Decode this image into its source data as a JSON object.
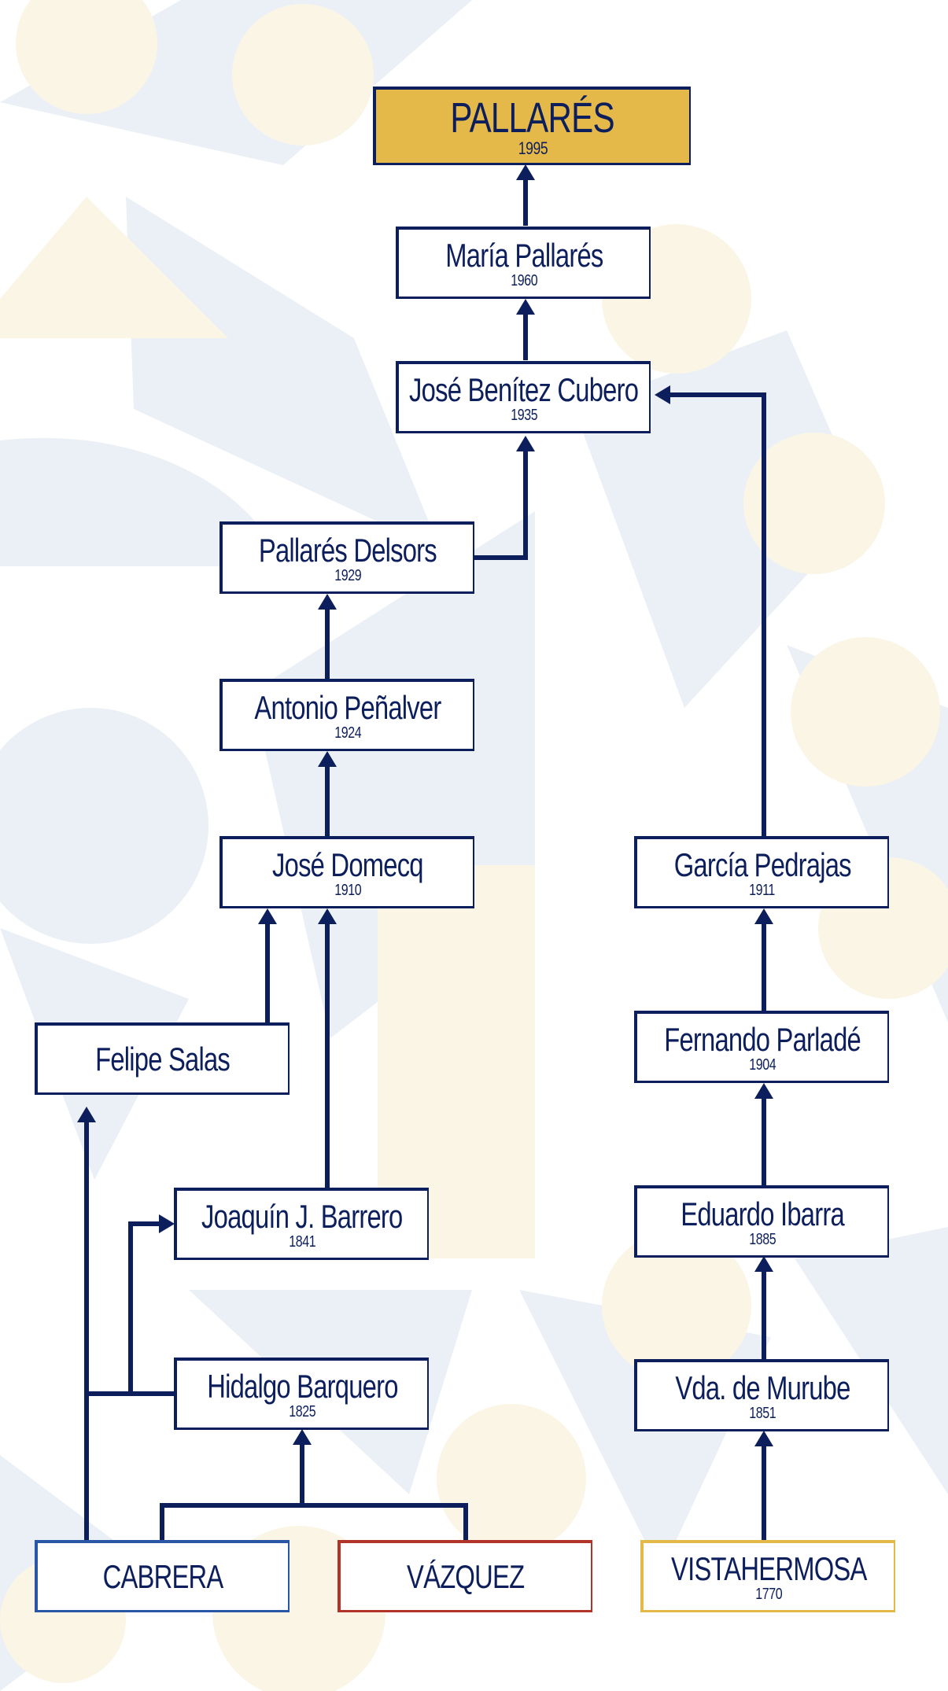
{
  "colors": {
    "navy": "#0c1f5c",
    "gold": "#e5b84a",
    "blue_border": "#2a56a6",
    "red_border": "#b2332a",
    "gold_border": "#e5b84a"
  },
  "nodes": {
    "pallares": {
      "name": "PALLARÉS",
      "year": "1995"
    },
    "maria_pallares": {
      "name": "María Pallarés",
      "year": "1960"
    },
    "jose_benitez_cubero": {
      "name": "José Benítez Cubero",
      "year": "1935"
    },
    "pallares_delsors": {
      "name": "Pallarés Delsors",
      "year": "1929"
    },
    "antonio_penalver": {
      "name": "Antonio Peñalver",
      "year": "1924"
    },
    "jose_domecq": {
      "name": "José Domecq",
      "year": "1910"
    },
    "felipe_salas": {
      "name": "Felipe Salas",
      "year": ""
    },
    "joaquin_barrero": {
      "name": "Joaquín J. Barrero",
      "year": "1841"
    },
    "hidalgo_barquero": {
      "name": "Hidalgo Barquero",
      "year": "1825"
    },
    "cabrera": {
      "name": "CABRERA",
      "year": ""
    },
    "vazquez": {
      "name": "VÁZQUEZ",
      "year": ""
    },
    "garcia_pedrajas": {
      "name": "García Pedrajas",
      "year": "1911"
    },
    "fernando_parlade": {
      "name": "Fernando Parladé",
      "year": "1904"
    },
    "eduardo_ibarra": {
      "name": "Eduardo Ibarra",
      "year": "1885"
    },
    "vda_murube": {
      "name": "Vda. de Murube",
      "year": "1851"
    },
    "vistahermosa": {
      "name": "VISTAHERMOSA",
      "year": "1770"
    }
  }
}
